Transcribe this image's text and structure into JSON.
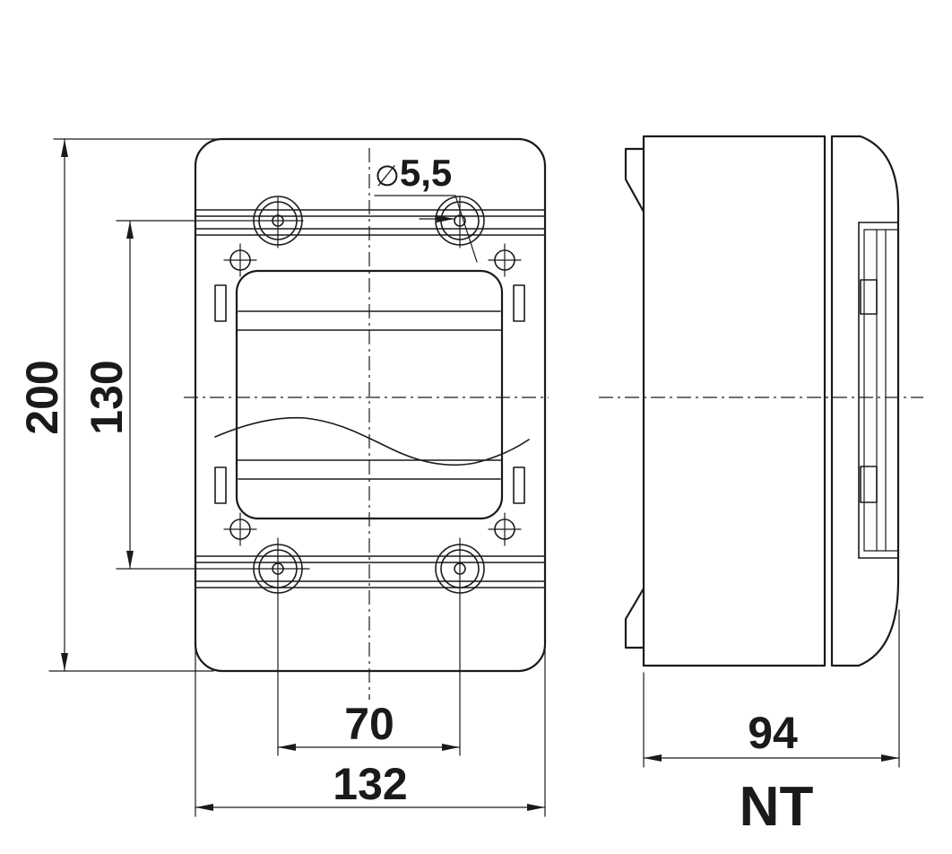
{
  "dimensions": {
    "height_overall": "200",
    "height_mounting": "130",
    "hole_diameter_symbol": "∅",
    "hole_diameter_value": "5,5",
    "width_mounting": "70",
    "width_overall": "132",
    "depth_overall": "94"
  },
  "model_label": "NT",
  "colors": {
    "line": "#1a1a1a",
    "background": "#ffffff"
  }
}
